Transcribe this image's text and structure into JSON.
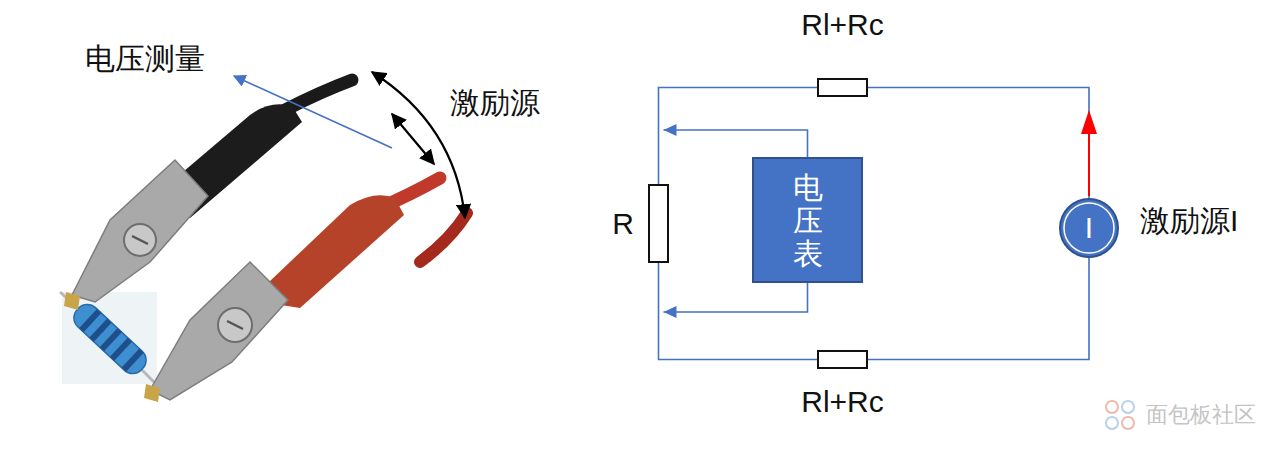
{
  "diagram": {
    "nodes": [
      {
        "text": [
          "Rl+Rc"
        ]
      },
      {
        "text": [
          "R"
        ]
      },
      {
        "text": [
          "电压表"
        ]
      },
      {
        "text": [
          "I",
          "激励源I"
        ]
      },
      {
        "text": [
          "Rl+Rc"
        ]
      }
    ],
    "edges": [
      {
        "from": 2,
        "to": 1,
        "arrow": "to"
      },
      {
        "from": 2,
        "to": 1,
        "arrow": "to"
      },
      {
        "from": 0,
        "to": 1,
        "arrow": "none"
      },
      {
        "from": 1,
        "to": 4,
        "arrow": "none"
      },
      {
        "from": 4,
        "to": 3,
        "arrow": "none"
      },
      {
        "from": 3,
        "to": 0,
        "arrow": "none"
      }
    ],
    "labels": [
      "电压测量",
      "激励源",
      "面包板社区"
    ]
  }
}
